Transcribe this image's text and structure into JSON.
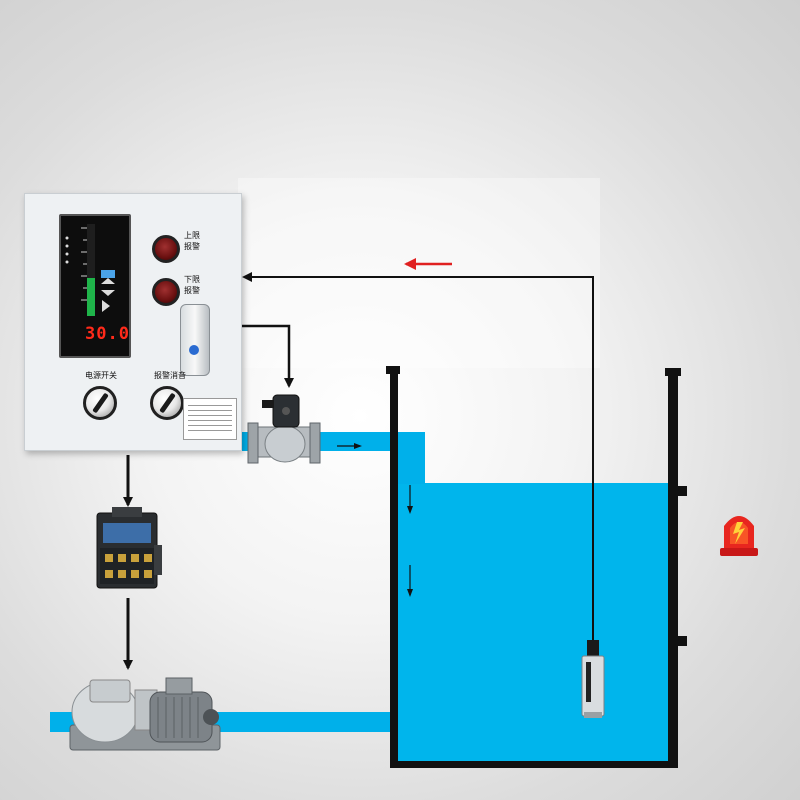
{
  "panel": {
    "upper_alarm_label": "上限报警",
    "lower_alarm_label": "下限报警",
    "power_switch_label": "电源开关",
    "alarm_mute_label": "报警消音",
    "display_value": "30.0"
  },
  "colors": {
    "water": "#00b5ec",
    "pipe": "#00b0ea",
    "flow_arrow_red": "#e02020",
    "readout_red": "#ff2a1a",
    "tank_wall": "#111111"
  },
  "icons": [
    "control-panel",
    "solenoid-valve-icon",
    "contactor-icon",
    "pump-motor-icon",
    "level-sensor-icon",
    "alarm-beacon-icon"
  ]
}
